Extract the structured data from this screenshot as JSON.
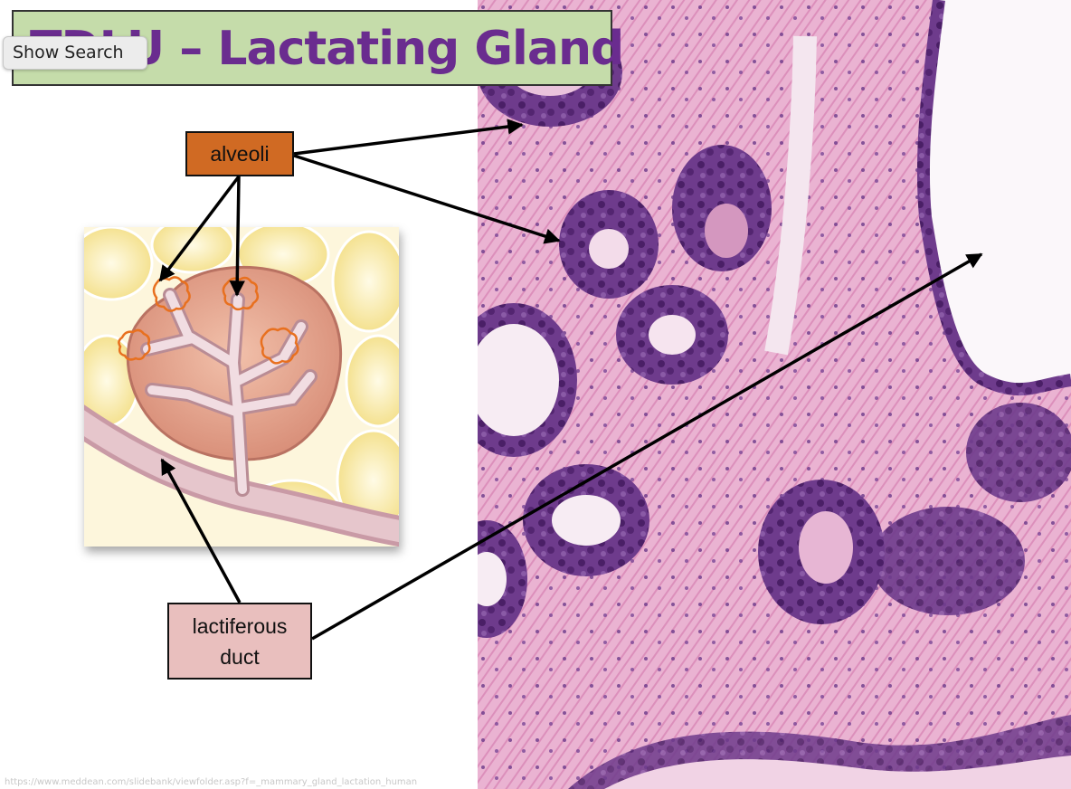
{
  "slide": {
    "title": "TDLU – Lactating Gland",
    "show_search_label": "Show Search",
    "labels": {
      "alveoli": "alveoli",
      "duct_line1": "lactiferous",
      "duct_line2": "duct"
    },
    "source_url": "https://www.meddean.com/slidebank/viewfolder.asp?f=_mammary_gland_lactation_human"
  },
  "colors": {
    "title_text": "#6a2c8f",
    "title_bg": "#c5dcaa",
    "alveoli_label_bg": "#d06a23",
    "duct_label_bg": "#e9bfbe",
    "tissue_pink": "#e9a3c9",
    "tissue_purple": "#5a2a7a"
  }
}
